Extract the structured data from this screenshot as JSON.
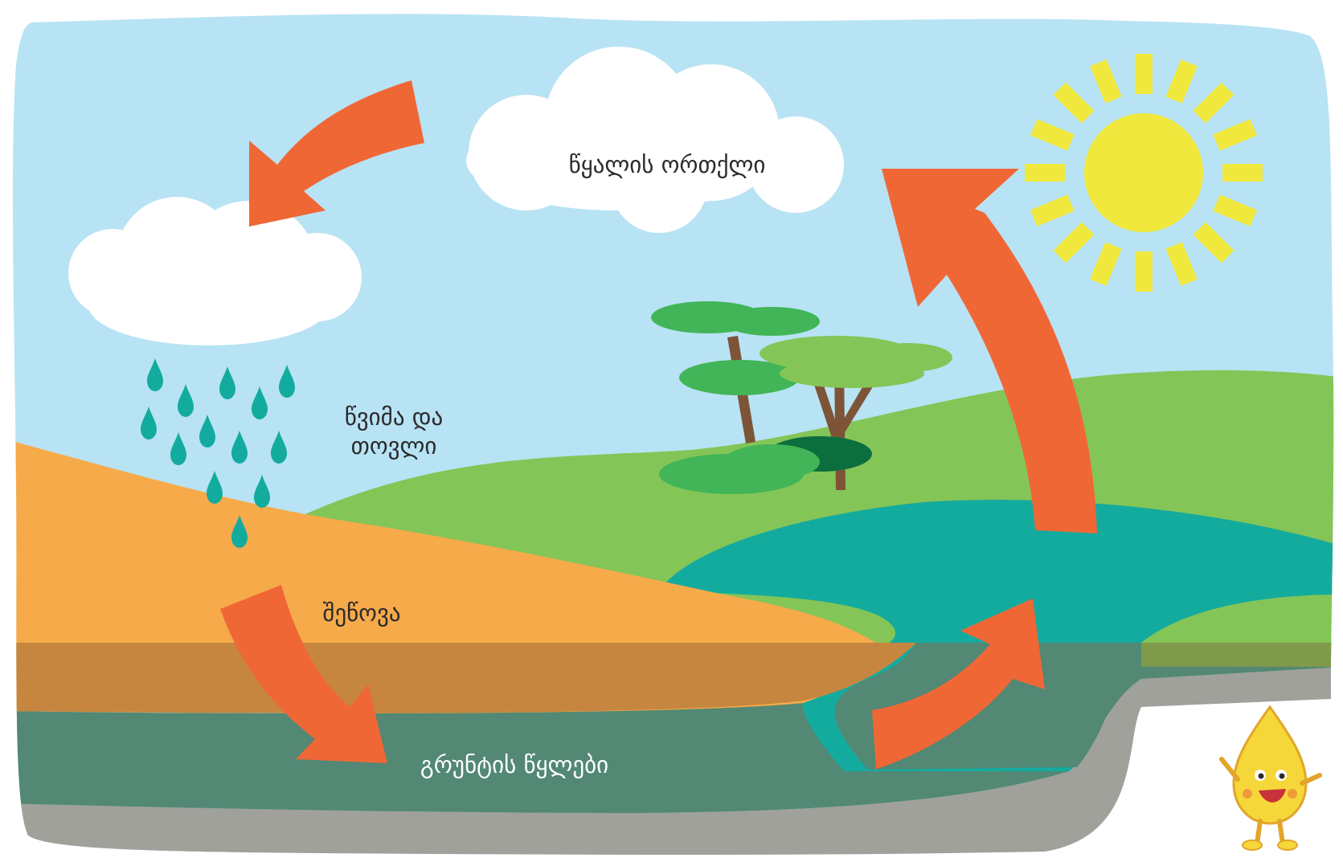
{
  "labels": {
    "vapor": "წყალის ორთქლი",
    "precipitation_line1": "წვიმა და",
    "precipitation_line2": "თოვლი",
    "infiltration": "შეწოვა",
    "groundwater": "გრუნტის წყლები"
  },
  "colors": {
    "sky": "#b8e3f4",
    "cloud": "#ffffff",
    "sun": "#f0e83c",
    "arrow": "#f06736",
    "sand": "#f6aa4a",
    "sand_deep": "#c6863f",
    "grass": "#84c557",
    "lake": "#14ab9f",
    "groundwater": "#528874",
    "bedrock": "#9fa19a",
    "raindrop": "#14ab9f",
    "tree_trunk": "#7d5438",
    "tree_crown": "#41b557",
    "tree_crown_light": "#84c557",
    "bush_dark": "#0b6e3e",
    "mascot": "#f5d73a"
  },
  "icons": {
    "sun": "sun-icon",
    "mascot": "water-drop-mascot-icon"
  }
}
